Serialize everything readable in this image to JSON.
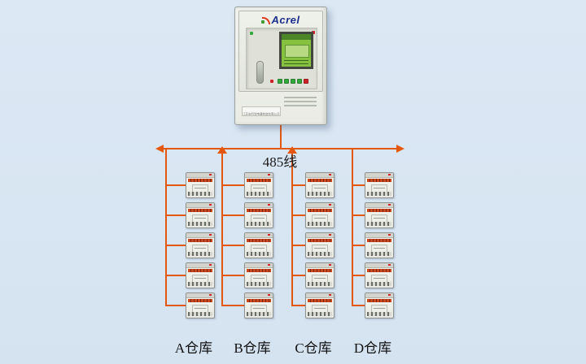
{
  "colors": {
    "background": "#dce8f4",
    "bus": "#e4570f",
    "brand-navy": "#1c2f8c",
    "brand-red": "#e03a1a",
    "brand-green": "#3f9c35",
    "led-green": "#35a93c",
    "led-red": "#cf2128",
    "lcd-green": "#86c23f",
    "cabinet-body": "#e9ebe4",
    "device-stripe": "#c8461c"
  },
  "cabinet": {
    "brand": "Acrel",
    "nameplate": "江苏安科瑞电器制造有限公司"
  },
  "bus": {
    "label": "485线"
  },
  "columns": [
    {
      "label": "A仓库",
      "devices": 5
    },
    {
      "label": "B仓库",
      "devices": 5
    },
    {
      "label": "C仓库",
      "devices": 5
    },
    {
      "label": "D仓库",
      "devices": 5
    }
  ]
}
